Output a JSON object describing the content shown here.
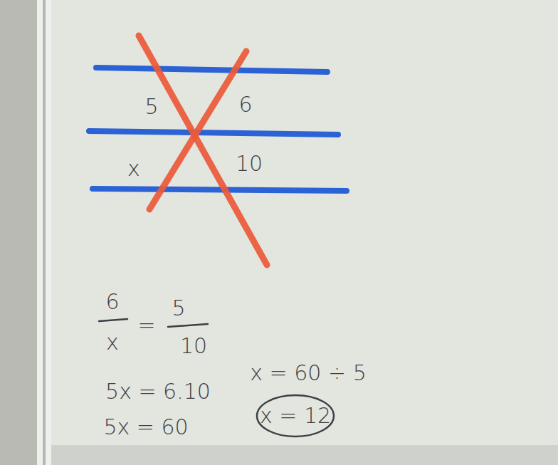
{
  "diagram": {
    "labels": [
      "5",
      "6",
      "x",
      "10",
      "6",
      "x",
      "=",
      "5",
      "10",
      "5x = 6.10",
      "5x = 60",
      "x = 60 ÷ 5",
      "x = 12"
    ]
  }
}
